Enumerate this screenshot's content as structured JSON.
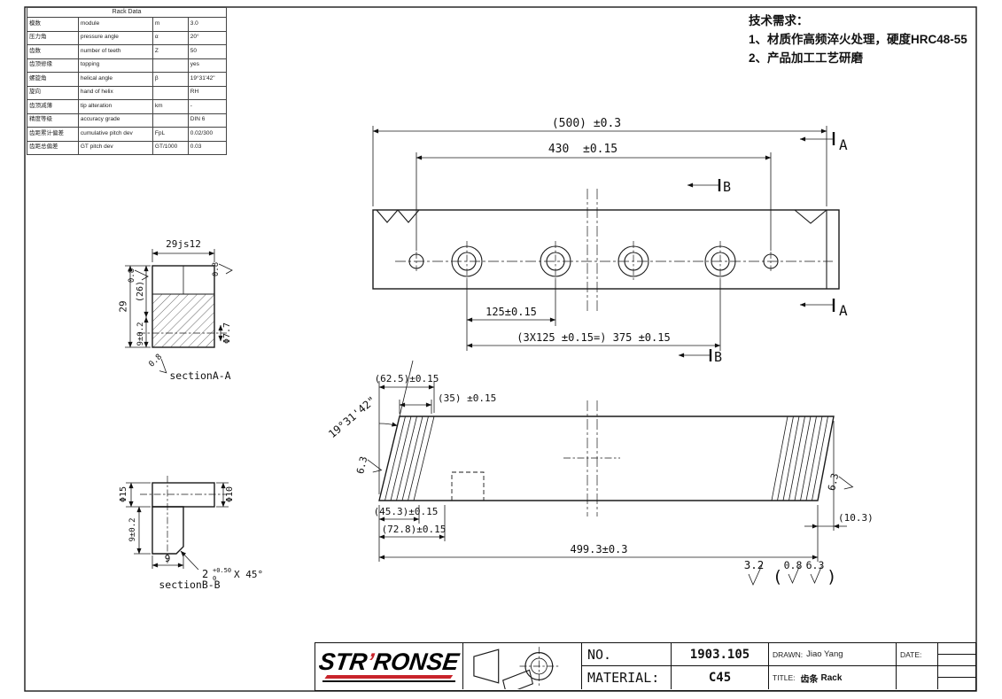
{
  "colors": {
    "ink": "#1a1a1a",
    "red": "#c8242b"
  },
  "rack_table": {
    "title": "Rack Data",
    "rows": [
      {
        "cn": "模数",
        "en": "module",
        "sym": "m",
        "val": "3.0"
      },
      {
        "cn": "压力角",
        "en": "pressure angle",
        "sym": "α",
        "val": "20°"
      },
      {
        "cn": "齿数",
        "en": "number of teeth",
        "sym": "Z",
        "val": "50"
      },
      {
        "cn": "齿顶修缘",
        "en": "topping",
        "sym": "",
        "val": "yes"
      },
      {
        "cn": "螺旋角",
        "en": "helical angle",
        "sym": "β",
        "val": "19°31'42\""
      },
      {
        "cn": "旋向",
        "en": "hand of helix",
        "sym": "",
        "val": "RH"
      },
      {
        "cn": "齿顶减薄",
        "en": "tip alteration",
        "sym": "km",
        "val": "-"
      },
      {
        "cn": "精度等级",
        "en": "accuracy grade",
        "sym": "",
        "val": "DIN 6"
      },
      {
        "cn": "齿距累计偏差",
        "en": "cumulative pitch dev",
        "sym": "FpL",
        "val": "0.02/300"
      },
      {
        "cn": "齿距总偏差",
        "en": "GT pitch dev",
        "sym": "GT/1000",
        "val": "0.03"
      }
    ]
  },
  "tech_req": {
    "title": "技术需求：",
    "line1": "1、材质作高频淬火处理，硬度HRC48-55",
    "line2": "2、产品加工工艺研磨"
  },
  "top_view": {
    "dim_500": "(500) ±0.3",
    "dim_430": "430  ±0.15",
    "dim_125": "125±0.15",
    "dim_375": "(3X125 ±0.15=) 375 ±0.15",
    "section_a": "A",
    "section_b": "B"
  },
  "front_view": {
    "angle": "19°31'42\"",
    "dim_62_5": "(62.5)±0.15",
    "dim_35": "(35) ±0.15",
    "dim_45_3": "(45.3)±0.15",
    "dim_72_8": "(72.8)±0.15",
    "dim_499": "499.3±0.3",
    "dim_10_3": "(10.3)",
    "finish": "6.3"
  },
  "finish_note": {
    "main": "3.2",
    "open": "(",
    "v1": "0.8",
    "v2": "6.3",
    "close": ")"
  },
  "section_a": {
    "dim_width": "29js12",
    "dim_29": "29",
    "dim_26": "(26)",
    "dim_9": "9±0.2",
    "dia": "Φ7.7",
    "finish": "0.8",
    "label": "sectionA-A"
  },
  "section_b": {
    "dia10": "Φ10",
    "dia15": "Φ15",
    "dim_9tol": "9±0.2",
    "dim_9": "9",
    "chamfer_base": "2",
    "chamfer_sup": "+0.50",
    "chamfer_sub": "0",
    "chamfer_suffix": "X 45°",
    "label": "sectionB-B"
  },
  "title_block": {
    "logo_1": "STR",
    "logo_apos": "’",
    "logo_2": "RONSE",
    "no_label": "NO.",
    "no_value": "1903.105",
    "material_label": "MATERIAL:",
    "material_value": "C45",
    "drawn_label": "DRAWN:",
    "drawn_value": "Jiao Yang",
    "date_label": "DATE:",
    "title_label": "TITLE:",
    "title_cn": "齿条",
    "title_en": "Rack"
  }
}
